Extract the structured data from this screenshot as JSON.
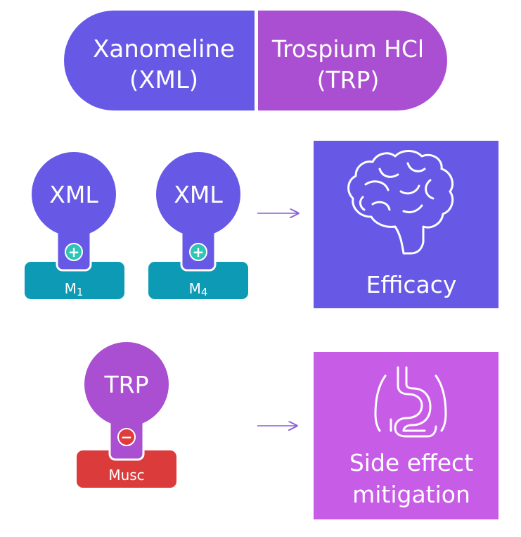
{
  "capsule": {
    "left_line1": "Xanomeline",
    "left_line2": "(XML)",
    "right_line1": "Trospium HCl",
    "right_line2": "(TRP)"
  },
  "agonists": [
    {
      "ligand": "XML",
      "receptor_base": "M",
      "receptor_sub": "1",
      "sign": "+"
    },
    {
      "ligand": "XML",
      "receptor_base": "M",
      "receptor_sub": "4",
      "sign": "+"
    }
  ],
  "antagonist": {
    "ligand": "TRP",
    "receptor": "Musc",
    "sign": "−"
  },
  "outcomes": {
    "efficacy": "Efficacy",
    "side_line1": "Side effect",
    "side_line2": "mitigation"
  },
  "icons": {
    "efficacy": "brain-icon",
    "side_effect": "gut-icon"
  },
  "colors": {
    "xml": "#6759e6",
    "trp": "#aa4fd1",
    "trp_box": "#c75ce6",
    "receptor_teal": "#0d9ab5",
    "receptor_red": "#dc3b3b",
    "plus": "#2ec4b6",
    "minus": "#e03c3c",
    "arrow": "#8a5dd6"
  }
}
